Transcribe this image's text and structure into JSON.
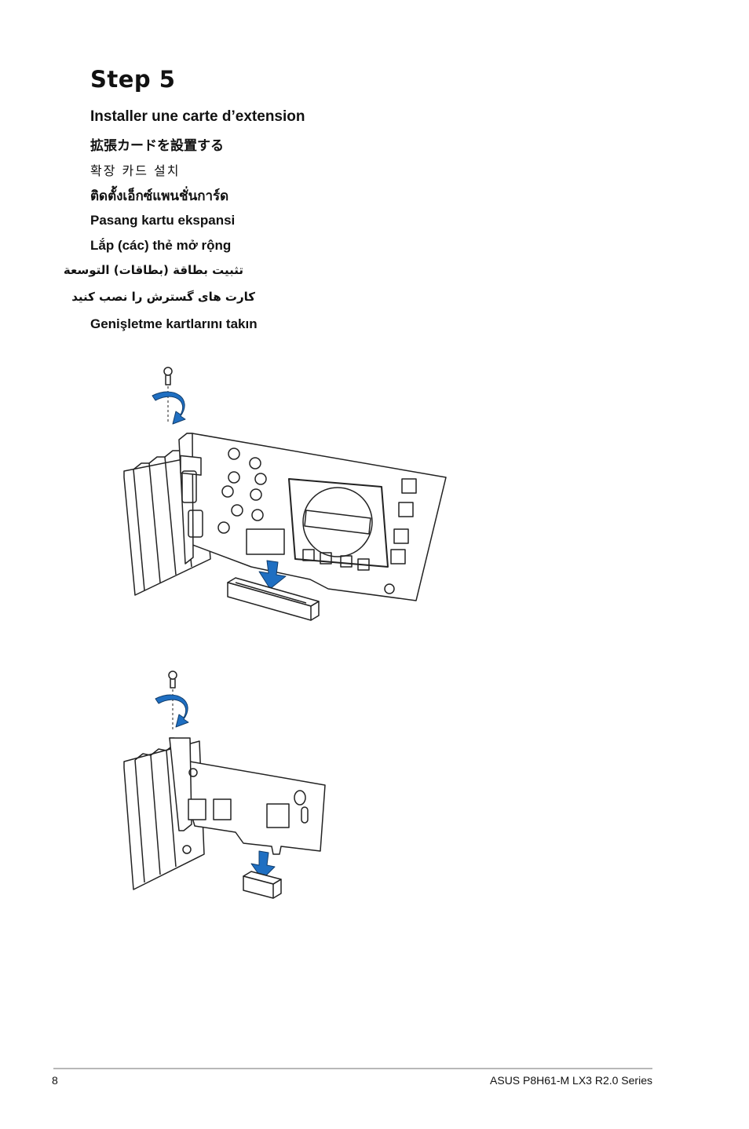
{
  "heading": "Step 5",
  "instructions": [
    "Installer une carte d’extension",
    "拡張カードを設置する",
    "확장 카드 설치",
    "ติดตั้งเอ็กซ์แพนชั่นการ์ด",
    "Pasang kartu ekspansi",
    "Lắp (các) thẻ mở rộng",
    "تثبيت بطاقة (بطاقات) التوسعة",
    "کارت های گسترش را نصب کنید",
    "Genişletme kartlarını takın"
  ],
  "figures": {
    "top": {
      "subject": "expansion-card-installation-large",
      "arrow_color": "#1f6fc2"
    },
    "bottom": {
      "subject": "expansion-card-installation-small",
      "arrow_color": "#1f6fc2"
    }
  },
  "footer": {
    "page_number": "8",
    "document_title": "ASUS P8H61-M LX3 R2.0 Series"
  }
}
